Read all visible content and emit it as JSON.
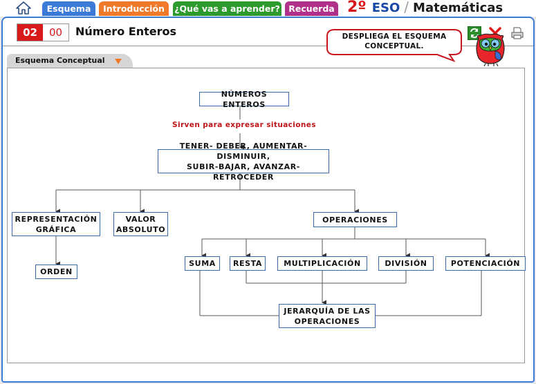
{
  "tabs": {
    "home_label": "",
    "esquema": "Esquema",
    "introduccion": "Introducción",
    "que_vas": "¿Qué vas a aprender?",
    "recuerda": "Recuerda"
  },
  "course": {
    "grade": "2º",
    "level": "ESO",
    "separator": "/",
    "subject": "Matemáticas"
  },
  "unit": {
    "number": "02",
    "page": "00",
    "title": "Número Enteros"
  },
  "hint": {
    "line1": "DESPLIEGA EL ESQUEMA",
    "line2": "CONCEPTUAL."
  },
  "scheme_tab": "Esquema Conceptual",
  "diagram": {
    "root": "NÚMEROS ENTEROS",
    "sub": "Sirven para expresar situaciones",
    "situations_1": "TENER- DEBER, AUMENTAR-DISMINUIR,",
    "situations_2": "SUBIR-BAJAR, AVANZAR-RETROCEDER",
    "rep_1": "REPRESENTACIÓN",
    "rep_2": "GRÁFICA",
    "valor_1": "VALOR",
    "valor_2": "ABSOLUTO",
    "operaciones": "OPERACIONES",
    "orden": "ORDEN",
    "suma": "SUMA",
    "resta": "RESTA",
    "multiplicacion": "MULTIPLICACIÓN",
    "division": "DIVISIÓN",
    "potenciacion": "POTENCIACIÓN",
    "jerarquia_1": "JERARQUÍA DE LAS",
    "jerarquia_2": "OPERACIONES"
  },
  "icons": {
    "home": "home-icon",
    "refresh": "refresh-icon",
    "close": "close-icon",
    "print": "print-icon",
    "owl": "owl-mascot-icon",
    "dropdown": "dropdown-arrow-icon"
  },
  "colors": {
    "blue": "#3b7ad6",
    "orange": "#f07a2a",
    "green": "#2d9a2d",
    "purple": "#b0308a",
    "red": "#d81a1a",
    "node_border": "#3c6aa8"
  }
}
